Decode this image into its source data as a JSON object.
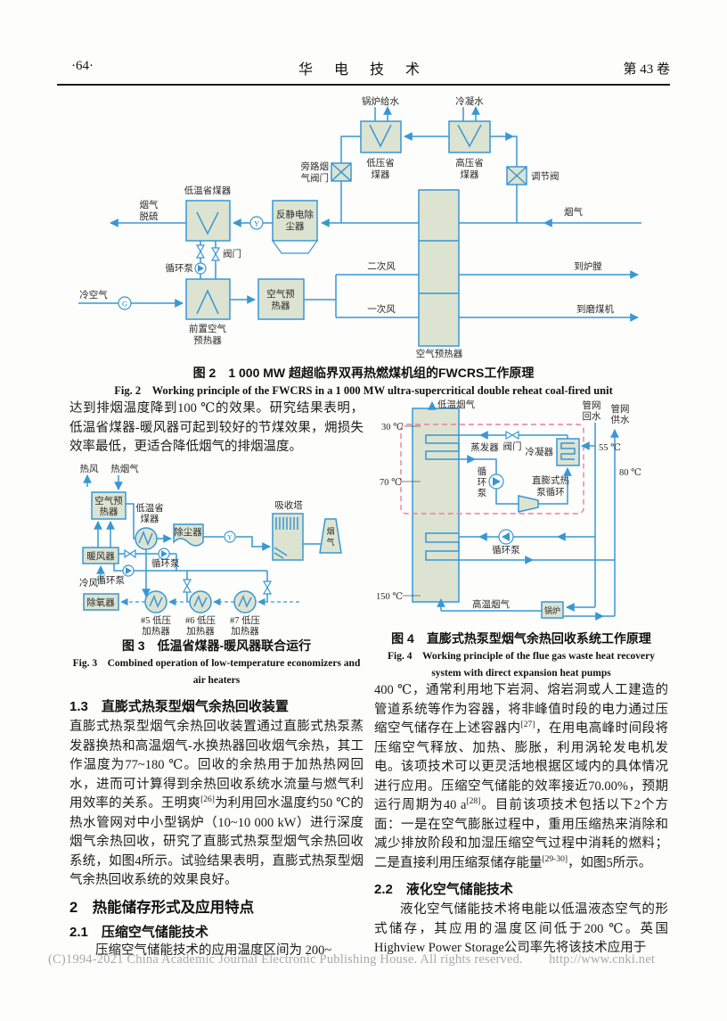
{
  "header": {
    "page_number": "·64·",
    "journal_title": "华 电 技 术",
    "volume": "第 43 卷"
  },
  "figure2": {
    "caption_zh": "图 2　1 000 MW 超超临界双再热燃煤机组的FWCRS工作原理",
    "caption_en": "Fig. 2　Working principle of the FWCRS in a 1 000 MW ultra-supercritical double reheat coal-fired unit",
    "labels": {
      "boiler_feedwater": "锅炉给水",
      "condensate_water": "冷凝水",
      "lp_economizer": [
        "低压省",
        "煤器"
      ],
      "hp_economizer": [
        "高压省",
        "煤器"
      ],
      "bypass_flue_valve": [
        "旁路烟",
        "气阀门"
      ],
      "regulating_valve": "调节阀",
      "flue_gas_in": "烟气",
      "lt_economizer": "低温省煤器",
      "fgd": [
        "烟气",
        "脱硫"
      ],
      "esp": [
        "反静电除",
        "尘器"
      ],
      "fan_y": "Y",
      "fan_g": "G",
      "valve": "阀门",
      "circulating_pump": "循环泵",
      "cold_air": "冷空气",
      "pre_air_preheater": [
        "前置空气",
        "预热器"
      ],
      "air_preheater_small": [
        "空气预",
        "热器"
      ],
      "secondary_air": "二次风",
      "primary_air": "一次风",
      "to_furnace": "到炉膛",
      "to_coal_mill": "到磨煤机",
      "air_preheater_main": "空气预热器"
    }
  },
  "figure3": {
    "caption_zh": "图 3　低温省煤器-暖风器联合运行",
    "caption_en": [
      "Fig. 3　Combined operation of low-temperature economizers and",
      "air heaters"
    ],
    "labels": {
      "hot_air": "热风",
      "hot_flue_gas": "热烟气",
      "air_preheater": [
        "空气预",
        "热器"
      ],
      "lt_economizer": [
        "低温省",
        "煤器"
      ],
      "precipitator": "除尘器",
      "fan_y": "Y",
      "absorber": "吸收塔",
      "stack_flue_gas": [
        "烟",
        "气"
      ],
      "air_heater": "暖风器",
      "circulating_pump1": "循环泵",
      "circulating_pump2": "循环泵",
      "cold_air": "冷风",
      "deaerator": "除氧器",
      "valve": "阀门",
      "heater5": [
        "#5 低压",
        "加热器"
      ],
      "heater6": [
        "#6 低压",
        "加热器"
      ],
      "heater7": [
        "#7 低压",
        "加热器"
      ]
    }
  },
  "figure4": {
    "caption_zh": "图 4　直膨式热泵型烟气余热回收系统工作原理",
    "caption_en": [
      "Fig. 4　Working principle of the flue gas waste heat recovery",
      "system with direct expansion heat pumps"
    ],
    "labels": {
      "lt_flue_gas": "低温烟气",
      "t30": "30 ℃",
      "t70": "70 ℃",
      "t150": "150 ℃",
      "t55": "55 ℃",
      "t80": "80 ℃",
      "evaporator": "蒸发器",
      "valve": "阀门",
      "condenser": "冷凝器",
      "network_return": [
        "管网",
        "回水"
      ],
      "network_supply": [
        "管网",
        "供水"
      ],
      "circulating_pump_vertical": [
        "循",
        "环",
        "泵"
      ],
      "dx_heat_pump_cycle": [
        "直膨式热",
        "泵循环"
      ],
      "circulating_pump2": "循环泵",
      "ht_flue_gas": "高温烟气",
      "boiler": "锅炉"
    }
  },
  "sections": {
    "s13": "1.3　直膨式热泵型烟气余热回收装置",
    "s2": "2　热能储存形式及应用特点",
    "s21": "2.1　压缩空气储能技术",
    "s22": "2.2　液化空气储能技术"
  },
  "paragraphs": {
    "p1": "达到排烟温度降到100 ℃的效果。研究结果表明，低温省煤器-暖风器可起到较好的节煤效果，㶲损失效率最低，更适合降低烟气的排烟温度。",
    "p2": "直膨式热泵型烟气余热回收装置通过直膨式热泵蒸发器换热和高温烟气-水换热器回收烟气余热，其工作温度为77~180 ℃。回收的余热用于加热热网回水，进而可计算得到余热回收系统水流量与燃气利用效率的关系。王明爽[26]为利用回水温度约50 ℃的热水管网对中小型锅炉（10~10 000 kW）进行深度烟气余热回收，研究了直膨式热泵型烟气余热回收系统，如图4所示。试验结果表明，直膨式热泵型烟气余热回收系统的效果良好。",
    "p3": "压缩空气储能技术的应用温度区间为 200~",
    "p4": "400 ℃，通常利用地下岩洞、熔岩洞或人工建造的管道系统等作为容器，将非峰值时段的电力通过压缩空气储存在上述容器内[27]，在用电高峰时间段将压缩空气释放、加热、膨胀，利用涡轮发电机发电。该项技术可以更灵活地根据区域内的具体情况进行应用。压缩空气储能的效率接近70.00%，预期运行周期为40 a[28]。目前该项技术包括以下2个方面：一是在空气膨胀过程中，重用压缩热来消除和减少排放阶段和加湿压缩空气过程中消耗的燃料；二是直接利用压缩泵储存能量[29-30]，如图5所示。",
    "p5": "液化空气储能技术将电能以低温液态空气的形式储存，其应用的温度区间低于200 ℃。英国Highview Power Storage公司率先将该技术应用于"
  },
  "footer": "(C)1994-2021 China Academic Journal Electronic Publishing House. All rights reserved.　　http://www.cnki.net",
  "colors": {
    "pipe_blue": "#3798d4",
    "box_fill": "#dde3d1",
    "dashed_pink": "#ee7d9d",
    "footer_gray": "#a9a9ad"
  }
}
